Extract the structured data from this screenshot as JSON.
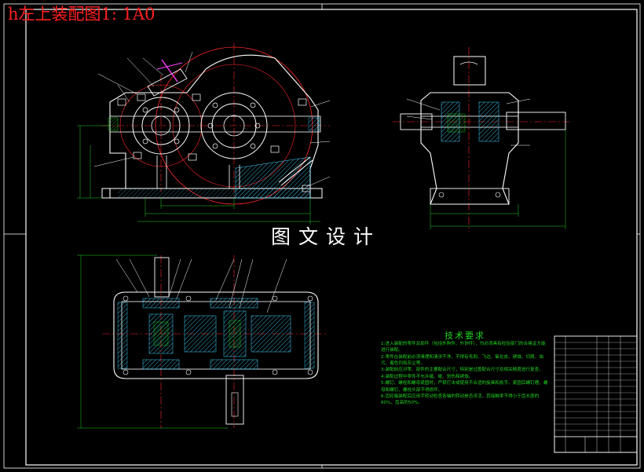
{
  "title": "h左上装配图1: 1A0",
  "caption": "图文设计",
  "requirements": {
    "heading": "技术要求",
    "items": [
      "1:进入装配的零件及部件（包括外购件、外协件），均必须具有检验部门的合格证方能进行装配。",
      "2:零件在装配前必须清理和清洗干净，不得有毛刺、飞边、氧化皮、锈蚀、切屑、油污、着色剂和灰尘等。",
      "3:装配前应对零、部件的主要配合尺寸，特别是过盈配合尺寸及相关精度进行复查。",
      "4:装配过程中零件不允许磕、碰、划伤和锈蚀。",
      "5:螺钉、螺栓和螺母紧固时，严禁打击或使用不合适的旋具和扳手。紧固后螺钉槽、螺母和螺钉、螺栓头部不得损坏。",
      "6:齿轮箱装配后应用手转动检查各轴的转动是否灵活，其接触率不得小于齿长度的60%，齿高的50%。"
    ]
  },
  "colors": {
    "background": "#000000",
    "outline": "#ffffff",
    "center": "#ff2a2a",
    "hatch": "#3fd3ff",
    "green": "#21d321",
    "magenta": "#ff40ff",
    "yellow": "#ffe000"
  }
}
